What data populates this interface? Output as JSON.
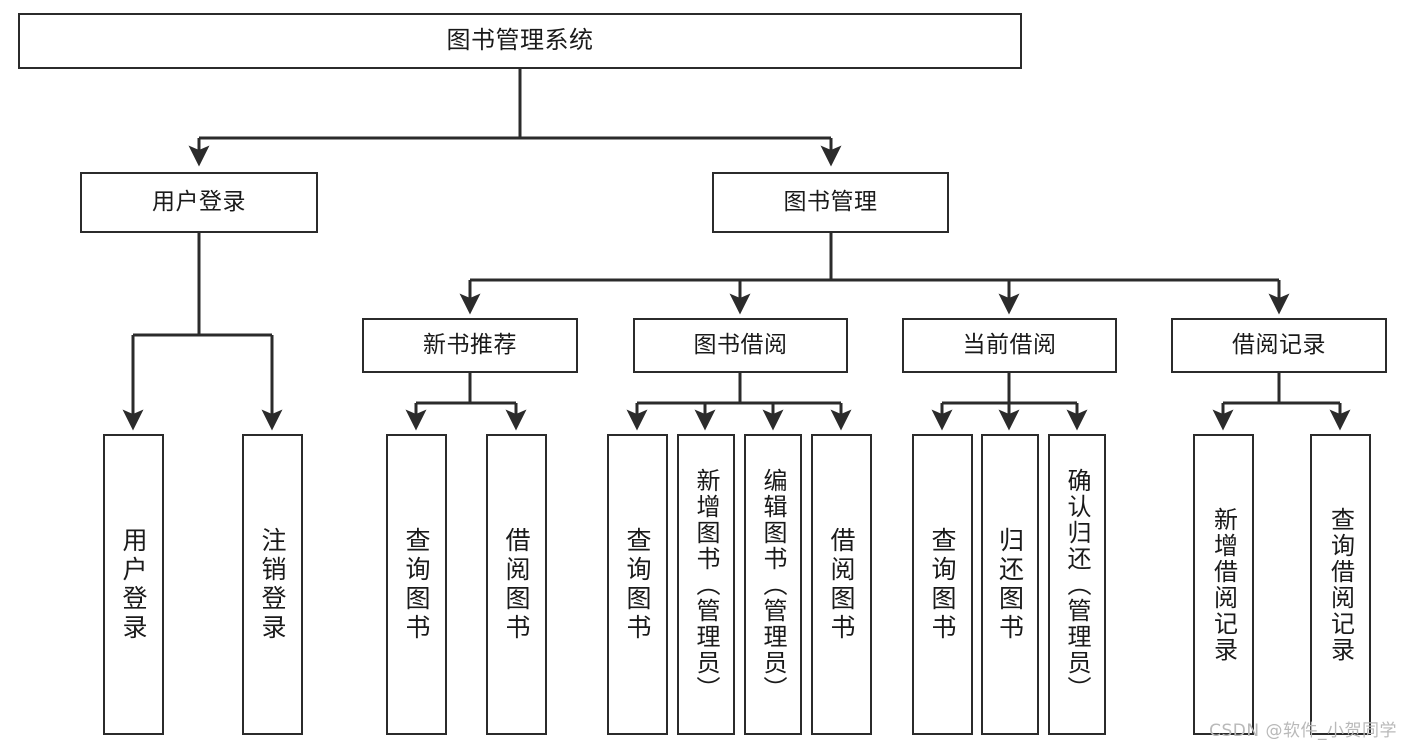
{
  "diagram": {
    "title": "图书管理系统",
    "watermark": "CSDN @软件_小贺同学",
    "accent_line_color": "#2b2b2b",
    "box_border_color": "#2b2b2b",
    "box_fill_color": "#ffffff",
    "text_color": "#1a1a1a",
    "watermark_color": "#b9b9b9",
    "levels": {
      "level1": [
        {
          "id": "root",
          "label": "图书管理系统"
        }
      ],
      "level2": [
        {
          "id": "user-login",
          "label": "用户登录"
        },
        {
          "id": "book-manage",
          "label": "图书管理"
        }
      ],
      "level3": [
        {
          "id": "new-book-recommend",
          "label": "新书推荐"
        },
        {
          "id": "book-borrow",
          "label": "图书借阅"
        },
        {
          "id": "current-borrow",
          "label": "当前借阅"
        },
        {
          "id": "borrow-record",
          "label": "借阅记录"
        }
      ],
      "level4": {
        "user_login_children": [
          {
            "id": "leaf-user-login",
            "label": "用户登录"
          },
          {
            "id": "leaf-logout-login",
            "label": "注销登录"
          }
        ],
        "new_book_recommend_children": [
          {
            "id": "leaf-query-book-1",
            "label": "查询图书"
          },
          {
            "id": "leaf-borrow-book-1",
            "label": "借阅图书"
          }
        ],
        "book_borrow_children": [
          {
            "id": "leaf-query-book-2",
            "label": "查询图书"
          },
          {
            "id": "leaf-add-book",
            "label": "新增图书（管理员）"
          },
          {
            "id": "leaf-edit-book",
            "label": "编辑图书（管理员）"
          },
          {
            "id": "leaf-borrow-book-2",
            "label": "借阅图书"
          }
        ],
        "current_borrow_children": [
          {
            "id": "leaf-query-book-3",
            "label": "查询图书"
          },
          {
            "id": "leaf-return-book",
            "label": "归还图书"
          },
          {
            "id": "leaf-confirm-return",
            "label": "确认归还（管理员）"
          }
        ],
        "borrow_record_children": [
          {
            "id": "leaf-add-borrow-record",
            "label": "新增借阅记录"
          },
          {
            "id": "leaf-query-borrow-record",
            "label": "查询借阅记录"
          }
        ]
      }
    }
  }
}
